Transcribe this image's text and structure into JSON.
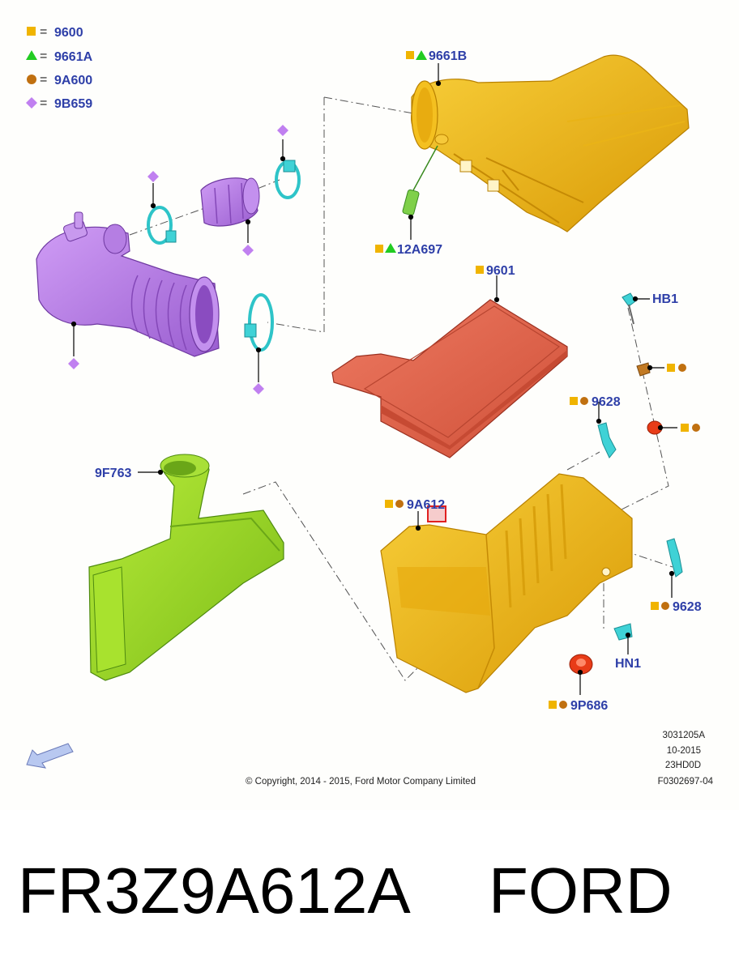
{
  "legend": [
    {
      "symbol": "square",
      "color": "#f0b400",
      "eq": "=",
      "code": "9600"
    },
    {
      "symbol": "triangle",
      "color": "#22cc22",
      "eq": "=",
      "code": "9661A"
    },
    {
      "symbol": "circle",
      "color": "#c07010",
      "eq": "=",
      "code": "9A600"
    },
    {
      "symbol": "diamond",
      "color": "#c080f0",
      "eq": "=",
      "code": "9B659"
    }
  ],
  "callouts": {
    "c9661B": "9661B",
    "c12A697": "12A697",
    "c9601": "9601",
    "cHB1": "HB1",
    "c9628a": "9628",
    "c9628b": "9628",
    "c9F763": "9F763",
    "c9A612": "9A612",
    "cHN1": "HN1",
    "c9P686": "9P686"
  },
  "meta": {
    "code1": "3031205A",
    "code2": "10-2015",
    "code3": "23HD0D",
    "code4": "F0302697-04",
    "copyright": "© Copyright, 2014 - 2015, Ford Motor Company Limited"
  },
  "caption": {
    "part_number": "FR3Z9A612A",
    "brand": "FORD"
  },
  "colors": {
    "label_blue": "#2e3fa8",
    "housing_orange": "#f2b416",
    "filter_red": "#e2654e",
    "duct_purple": "#b77ee6",
    "resonator_green": "#9ad82a",
    "clamp_cyan": "#3fd2d6",
    "highlight_red": "#e02020"
  }
}
